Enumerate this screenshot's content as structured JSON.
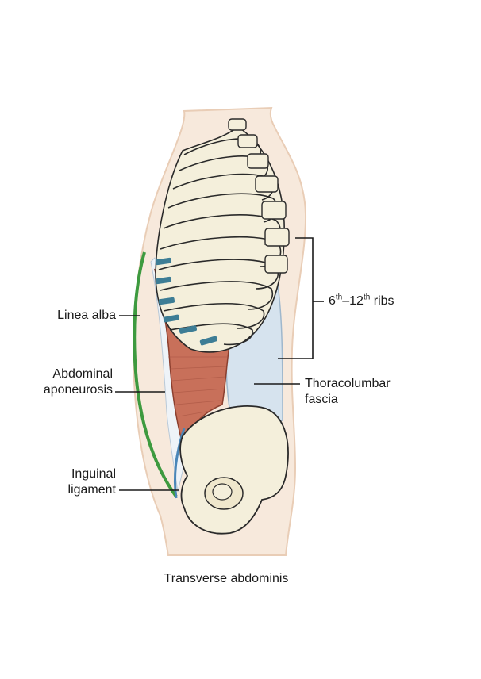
{
  "labels": {
    "linea_alba": "Linea alba",
    "abdominal_aponeurosis_1": "Abdominal",
    "abdominal_aponeurosis_2": "aponeurosis",
    "inguinal_ligament_1": "Inguinal",
    "inguinal_ligament_2": "ligament",
    "ribs_6": "6",
    "ribs_th_1": "th",
    "ribs_dash": "–12",
    "ribs_th_2": "th",
    "ribs_suffix": " ribs",
    "thoracolumbar_1": "Thoracolumbar",
    "thoracolumbar_2": "fascia"
  },
  "caption": "Transverse abdominis",
  "colors": {
    "skin": "#f7e9dc",
    "skin_edge": "#e9cdb6",
    "bone": "#f4efdb",
    "bone_edge": "#2a2a2a",
    "muscle": "#c8705a",
    "fascia": "#d6e3ee",
    "cartilage": "#3d7d95",
    "linea_alba": "#3d9a3f",
    "ligament_blue": "#4a86b8"
  }
}
